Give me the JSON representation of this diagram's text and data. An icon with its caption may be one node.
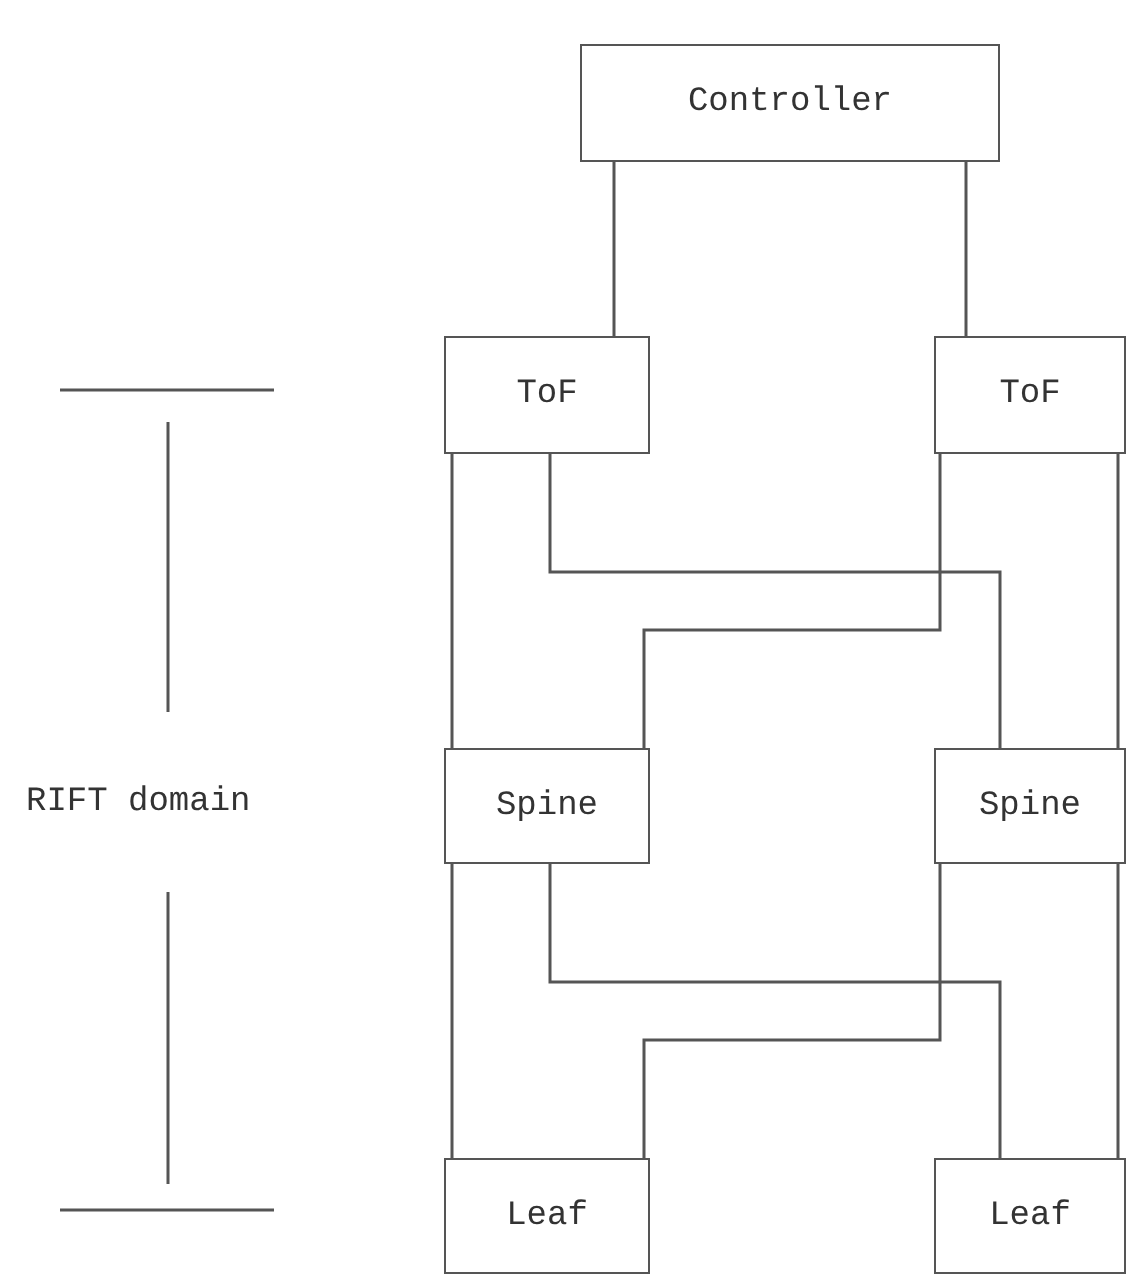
{
  "diagram": {
    "nodes": [
      {
        "text": [
          "Controller"
        ]
      },
      {
        "text": [
          "ToF"
        ]
      },
      {
        "text": [
          "ToF"
        ]
      },
      {
        "text": [
          "Spine"
        ]
      },
      {
        "text": [
          "Spine"
        ]
      },
      {
        "text": [
          "Leaf"
        ]
      },
      {
        "text": [
          "Leaf"
        ]
      }
    ],
    "edges": [
      {
        "from": 0,
        "to": 1,
        "arrow": "none"
      },
      {
        "from": 0,
        "to": 2,
        "arrow": "none"
      },
      {
        "from": 1,
        "to": 3,
        "arrow": "none"
      },
      {
        "from": 1,
        "to": 4,
        "arrow": "none"
      },
      {
        "from": 2,
        "to": 3,
        "arrow": "none"
      },
      {
        "from": 2,
        "to": 4,
        "arrow": "none"
      },
      {
        "from": 3,
        "to": 5,
        "arrow": "none"
      },
      {
        "from": 3,
        "to": 6,
        "arrow": "none"
      },
      {
        "from": 4,
        "to": 5,
        "arrow": "none"
      },
      {
        "from": 4,
        "to": 6,
        "arrow": "none"
      }
    ],
    "labels": [
      "RIFT domain"
    ]
  }
}
